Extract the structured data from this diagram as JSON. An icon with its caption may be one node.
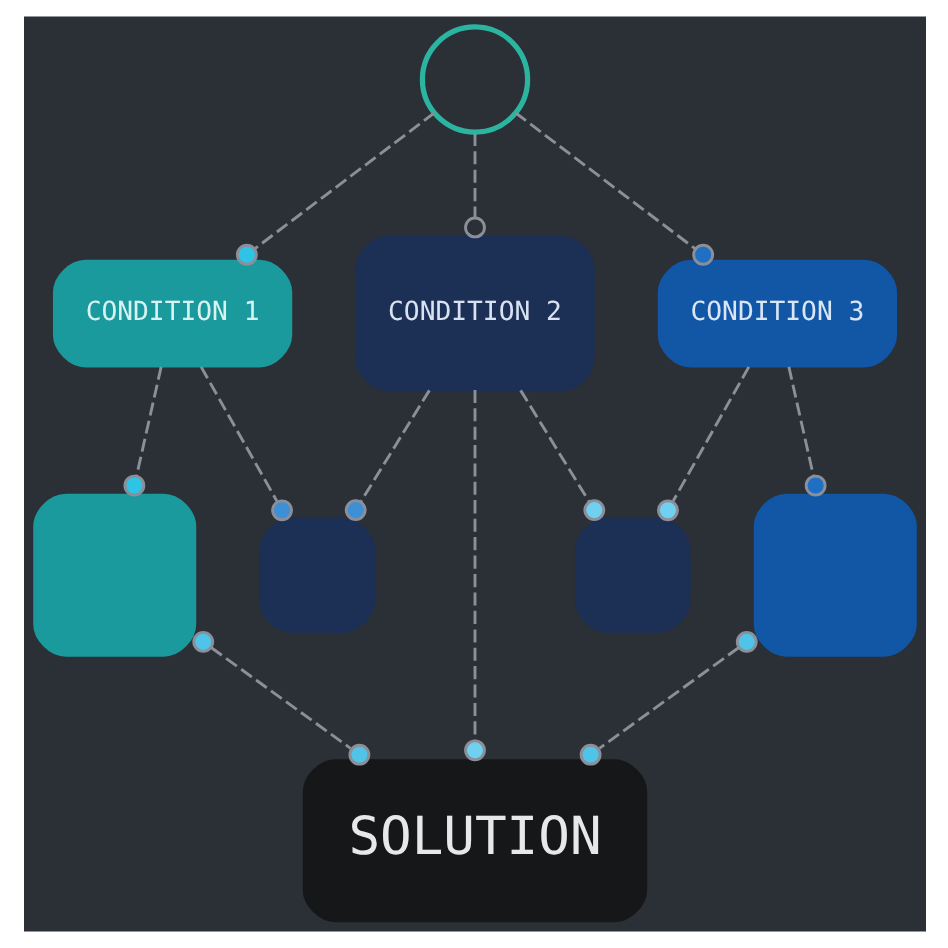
{
  "diagram": {
    "nodes": [
      {
        "text": [],
        "shape": "person"
      },
      {
        "text": [
          "CONDITION 1"
        ]
      },
      {
        "text": [
          "CONDITION 2"
        ]
      },
      {
        "text": [
          "CONDITION 3"
        ]
      },
      {
        "text": [],
        "shape": "box"
      },
      {
        "text": [],
        "shape": "box"
      },
      {
        "text": [],
        "shape": "box"
      },
      {
        "text": [],
        "shape": "box"
      },
      {
        "text": [
          "SOLUTION"
        ]
      }
    ],
    "edges": [
      {
        "from": 0,
        "to": 1,
        "arrow": "other",
        "style": "dashed"
      },
      {
        "from": 0,
        "to": 2,
        "arrow": "other",
        "style": "dashed"
      },
      {
        "from": 0,
        "to": 3,
        "arrow": "other",
        "style": "dashed"
      },
      {
        "from": 1,
        "to": 4,
        "arrow": "other",
        "style": "dashed"
      },
      {
        "from": 1,
        "to": 5,
        "arrow": "other",
        "style": "dashed"
      },
      {
        "from": 2,
        "to": 5,
        "arrow": "other",
        "style": "dashed"
      },
      {
        "from": 2,
        "to": 6,
        "arrow": "other",
        "style": "dashed"
      },
      {
        "from": 2,
        "to": 8,
        "arrow": "other",
        "style": "dashed"
      },
      {
        "from": 3,
        "to": 6,
        "arrow": "other",
        "style": "dashed"
      },
      {
        "from": 3,
        "to": 7,
        "arrow": "other",
        "style": "dashed"
      },
      {
        "from": 4,
        "to": 8,
        "arrow": "other",
        "style": "dashed"
      },
      {
        "from": 7,
        "to": 8,
        "arrow": "other",
        "style": "dashed"
      }
    ]
  }
}
